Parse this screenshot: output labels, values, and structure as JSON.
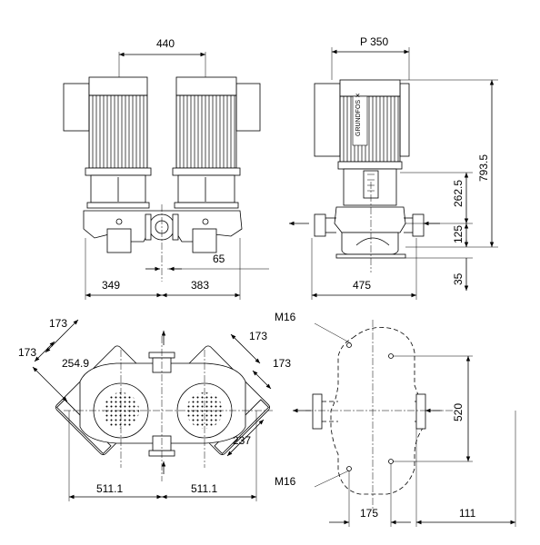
{
  "drawing": {
    "front_view": {
      "dim_motor_spacing": "440",
      "dim_left_width": "349",
      "dim_right_width": "383",
      "dim_offset": "65"
    },
    "side_view": {
      "dim_motor_diameter": "P 350",
      "dim_total_height": "793.5",
      "dim_upper_height": "262.5",
      "dim_pipe_height": "125",
      "dim_base_height": "35",
      "dim_base_width": "475"
    },
    "plan_view": {
      "dim_side_a": "173",
      "dim_side_b": "173",
      "dim_diag_left": "254.9",
      "dim_side_c": "173",
      "dim_side_d": "173",
      "dim_diag_right": "237",
      "dim_left_half": "511.1",
      "dim_right_half": "511.1"
    },
    "base_view": {
      "bolt_top": "M16",
      "bolt_bottom": "M16",
      "dim_bolt_spacing": "520",
      "dim_center_offset": "175",
      "dim_right_offset": "111"
    }
  }
}
